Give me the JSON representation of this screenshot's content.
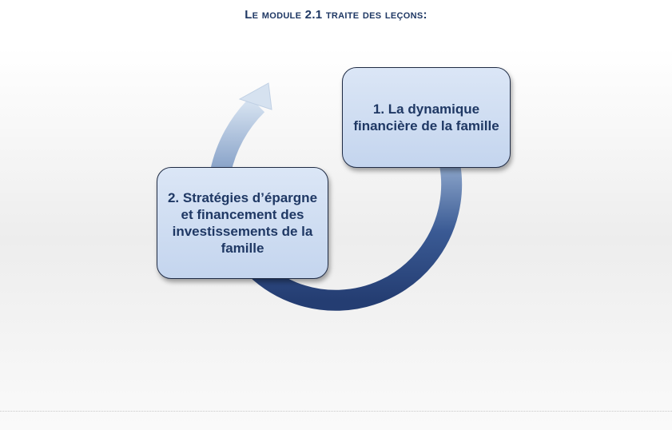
{
  "title": "Le module 2.1 traite des leçons:",
  "steps": [
    {
      "label": "1. La dynamique financière de la famille"
    },
    {
      "label": "2. Stratégies d’épargne et financement des investissements de la famille"
    }
  ],
  "colors": {
    "text": "#1f3864",
    "box_fill": "#c9d8ef",
    "arrow_dark": "#243d72",
    "arrow_light": "#c9d9ec"
  }
}
